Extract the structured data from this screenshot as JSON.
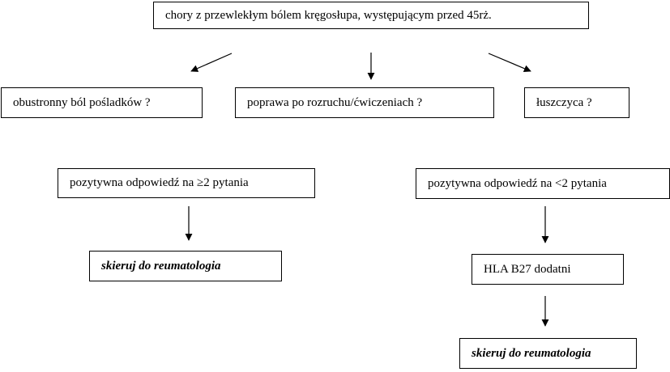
{
  "nodes": {
    "top": "chory z przewlekłym bólem kręgosłupa, występującym przed 45rż.",
    "q1": "obustronny ból pośladków ?",
    "q2": "poprawa po rozruchu/ćwiczeniach ?",
    "q3": "łuszczyca ?",
    "positive_many": "pozytywna odpowiedź na ≥2 pytania",
    "positive_few": "pozytywna odpowiedź na <2 pytania",
    "refer_left": "skieruj do reumatologia",
    "hla": "HLA B27 dodatni",
    "refer_right": "skieruj do reumatologia"
  }
}
